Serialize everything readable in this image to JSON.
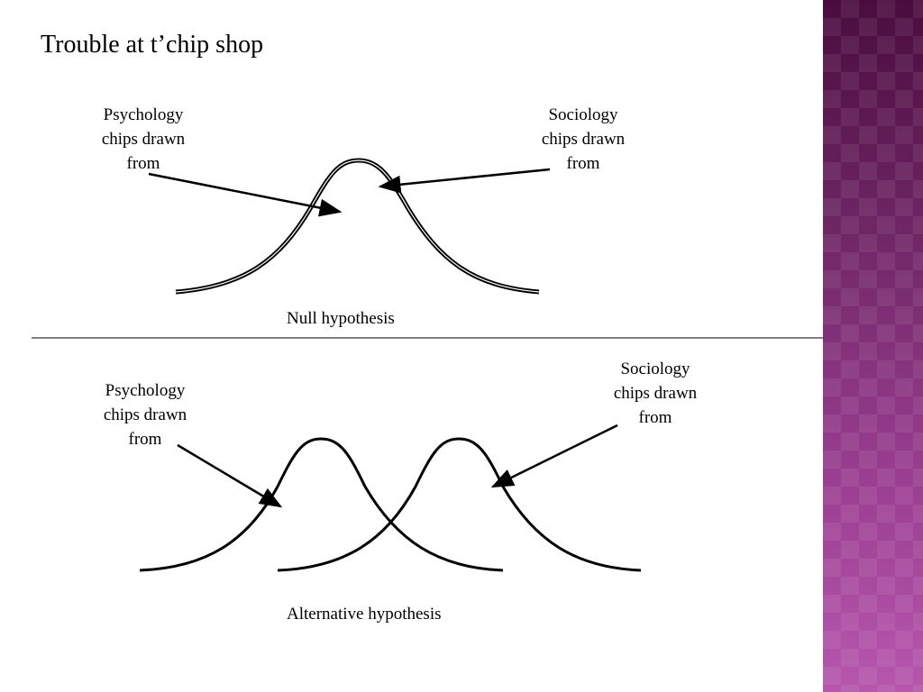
{
  "slide": {
    "title": "Trouble at t’chip shop",
    "null_panel": {
      "psych_label": [
        "Psychology",
        "chips drawn",
        "from"
      ],
      "soc_label": [
        "Sociology",
        "chips drawn",
        "from"
      ],
      "caption": "Null hypothesis"
    },
    "alt_panel": {
      "psych_label": [
        "Psychology",
        "chips drawn",
        "from"
      ],
      "soc_label": [
        "Sociology",
        "chips drawn",
        "from"
      ],
      "caption": "Alternative hypothesis"
    }
  },
  "colors": {
    "ink": "#000000",
    "band_dark": "#4a0c3e",
    "band_light": "#b657ad"
  }
}
